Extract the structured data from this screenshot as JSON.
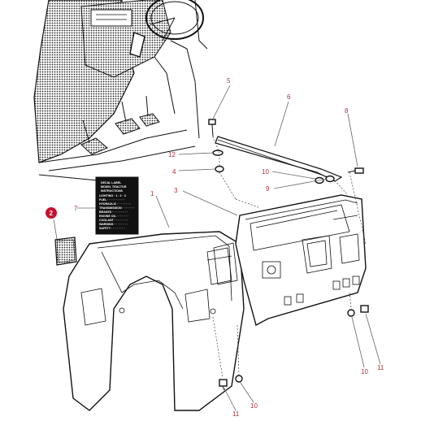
{
  "callouts": [
    {
      "id": "c1",
      "text": "1"
    },
    {
      "id": "c2",
      "text": "2",
      "highlighted": true
    },
    {
      "id": "c3",
      "text": "3"
    },
    {
      "id": "c4",
      "text": "4"
    },
    {
      "id": "c5",
      "text": "5"
    },
    {
      "id": "c6",
      "text": "6"
    },
    {
      "id": "c7",
      "text": "7"
    },
    {
      "id": "c8",
      "text": "8"
    },
    {
      "id": "c9",
      "text": "9"
    },
    {
      "id": "c10a",
      "text": "10"
    },
    {
      "id": "c10b",
      "text": "10"
    },
    {
      "id": "c10c",
      "text": "10"
    },
    {
      "id": "c11a",
      "text": "11"
    },
    {
      "id": "c11b",
      "text": "11"
    },
    {
      "id": "c12",
      "text": "12"
    }
  ],
  "label_plate": {
    "lines": [
      "DECAL LABEL",
      "MODEL TRACTOR",
      "INSTRUCTIONS",
      "LIGHTING · 1 · 2 · 3",
      "FUEL · · · · · · · · · ·",
      "HYDRAULIC · · · · · · · ·",
      "TRANSMISSION · · · · · · ·",
      "BRAKES · · · · · · · · ·",
      "ENGINE OIL · · · · · · ·",
      "COOLANT · · · · · · · ·",
      "WARNING · · · · · · · ·",
      "SAFETY · · · · · · · ·"
    ]
  },
  "colors": {
    "callout_text": "#b0303a",
    "highlight_marker": "#c8102e",
    "ink": "#111111"
  }
}
